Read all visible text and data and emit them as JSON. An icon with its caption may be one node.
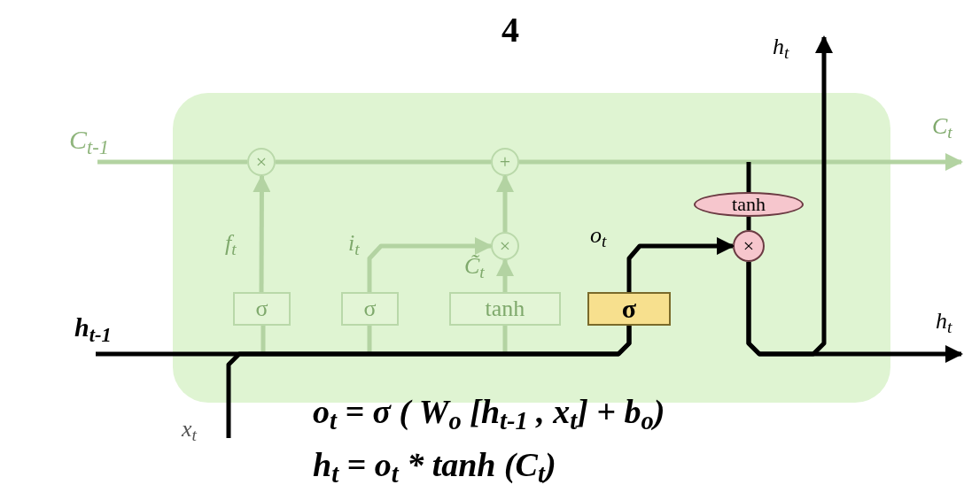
{
  "diagram": {
    "title": "4",
    "nodes": [
      {
        "text": [],
        "shape": "box"
      },
      {
        "text": [
          "σ"
        ],
        "in": 0
      },
      {
        "text": [
          "σ"
        ],
        "in": 0
      },
      {
        "text": [
          "tanh"
        ],
        "in": 0
      },
      {
        "text": [
          "×"
        ],
        "in": 0
      },
      {
        "text": [
          "+"
        ],
        "in": 0
      },
      {
        "text": [
          "×"
        ],
        "in": 0
      },
      {
        "text": [
          "σ"
        ],
        "in": 0
      },
      {
        "text": [
          "×"
        ],
        "in": 0
      },
      {
        "text": [
          "tanh"
        ],
        "in": 0
      }
    ],
    "edges": [
      {
        "from": null,
        "to": 4,
        "arrow": "none"
      },
      {
        "from": 4,
        "to": 5,
        "arrow": "none"
      },
      {
        "from": 5,
        "to": null,
        "arrow": "to",
        "label": "C$_{t}$"
      },
      {
        "from": 1,
        "to": 4,
        "arrow": "to",
        "label": "f$_{t}$"
      },
      {
        "from": 2,
        "to": 6,
        "arrow": "to",
        "label": "i$_{t}$"
      },
      {
        "from": 3,
        "to": 6,
        "arrow": "to",
        "label": "C̃$_{t}$"
      },
      {
        "from": 6,
        "to": 5,
        "arrow": "to"
      },
      {
        "from": null,
        "to": 1,
        "arrow": "none"
      },
      {
        "from": null,
        "to": 2,
        "arrow": "none"
      },
      {
        "from": null,
        "to": 3,
        "arrow": "none"
      },
      {
        "from": null,
        "to": 7,
        "arrow": "none",
        "color": "#000000"
      },
      {
        "from": null,
        "to": 7,
        "arrow": "none",
        "color": "#000000"
      },
      {
        "from": 7,
        "to": 8,
        "arrow": "to",
        "label": "o$_{t}$",
        "color": "#000000"
      },
      {
        "from": null,
        "to": 9,
        "arrow": "none",
        "color": "#000000"
      },
      {
        "from": 9,
        "to": 8,
        "arrow": "none",
        "color": "#000000"
      },
      {
        "from": 8,
        "to": null,
        "arrow": "to",
        "label": "h$_{t}$",
        "color": "#000000"
      },
      {
        "from": 8,
        "to": null,
        "arrow": "to",
        "label": "h$_{t}$",
        "color": "#000000"
      }
    ],
    "labels": [
      "C$_{t-1}$",
      "h$_{t-1}$",
      "x$_{t}$",
      "o$_{t}$ = σ ( W$_{o}$ [h$_{t-1}$ , x$_{t}$] + b$_{o}$)",
      "h$_{t}$ = o$_{t}$ * tanh (C$_{t}$)"
    ]
  }
}
